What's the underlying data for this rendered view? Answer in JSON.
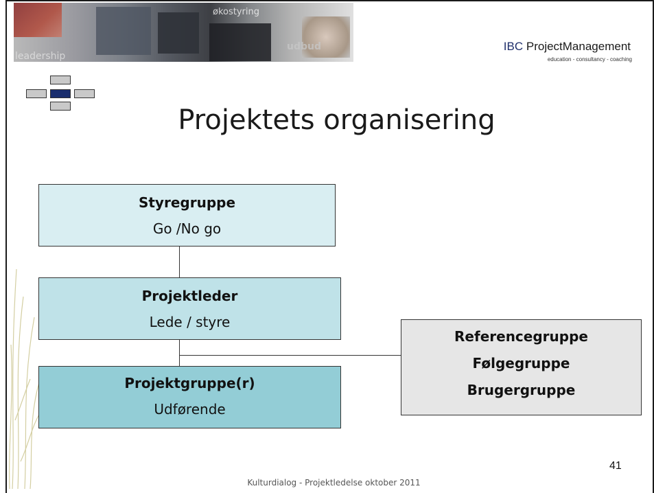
{
  "header": {
    "banner_words": {
      "leadership": "leadership",
      "styring": "økostyring",
      "udbud": "udbud"
    },
    "logo": {
      "brand_prefix": "IBC",
      "brand_name": "ProjectManagement",
      "tagline": "education - consultancy - coaching",
      "brand_color": "#1f2f6b"
    }
  },
  "title": "Projektets organisering",
  "org_chart": {
    "styregruppe": {
      "title": "Styregruppe",
      "subtitle": "Go /No go",
      "color": "#d9eef2"
    },
    "projektleder": {
      "title": "Projektleder",
      "subtitle": "Lede / styre",
      "color": "#bfe2e8"
    },
    "projektgruppe": {
      "title": "Projektgruppe(r)",
      "subtitle": "Udførende",
      "color": "#93cdd6"
    },
    "side_groups": {
      "items": [
        "Referencegruppe",
        "Følgegruppe",
        "Brugergruppe"
      ],
      "color": "#e6e6e6"
    }
  },
  "page_number": "41",
  "footer": "Kulturdialog - Projektledelse oktober 2011"
}
